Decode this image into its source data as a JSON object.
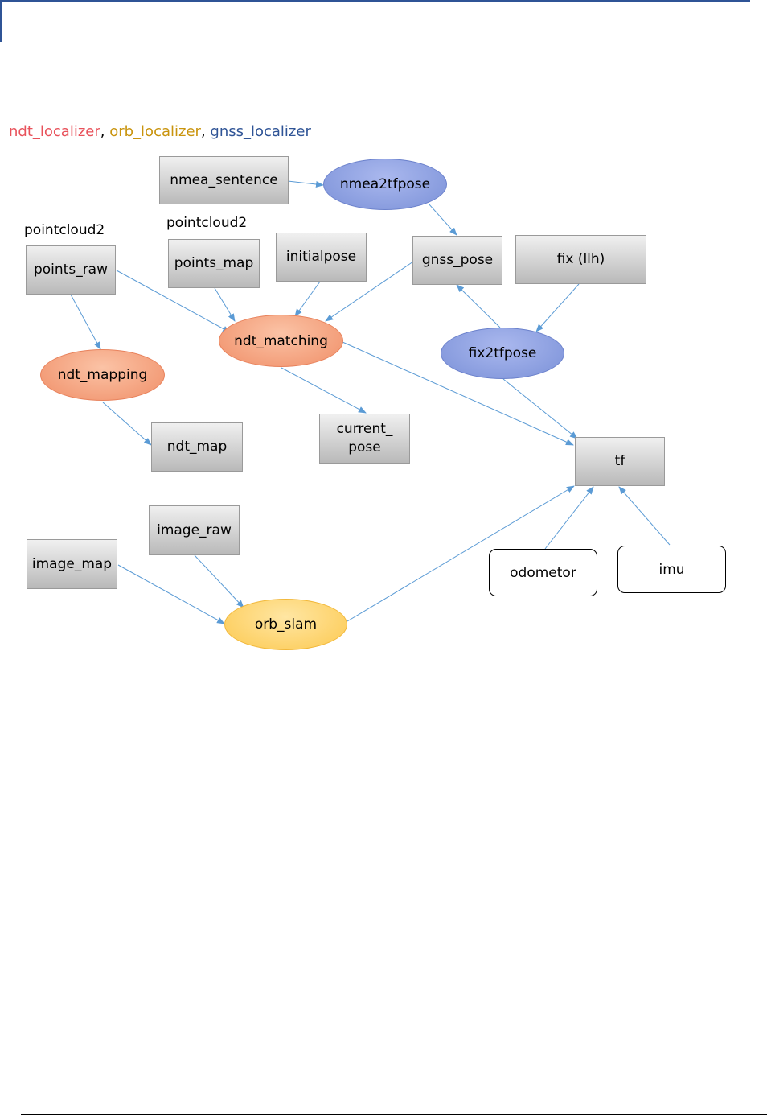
{
  "legend": {
    "ndt": "ndt_localizer",
    "sep1": ", ",
    "orb": "orb_localizer",
    "sep2": ", ",
    "gnss": "gnss_localizer"
  },
  "labels": {
    "pointcloud2_a": "pointcloud2",
    "pointcloud2_b": "pointcloud2"
  },
  "topics": {
    "nmea_sentence": "nmea_sentence",
    "points_raw": "points_raw",
    "points_map": "points_map",
    "initialpose": "initialpose",
    "gnss_pose": "gnss_pose",
    "fix_llh": "fix (llh)",
    "ndt_map": "ndt_map",
    "current_pose": "current_\npose",
    "tf": "tf",
    "image_raw": "image_raw",
    "image_map": "image_map",
    "odometor": "odometor",
    "imu": "imu"
  },
  "nodes": {
    "nmea2tfpose": "nmea2tfpose",
    "ndt_matching": "ndt_matching",
    "ndt_mapping": "ndt_mapping",
    "fix2tfpose": "fix2tfpose",
    "orb_slam": "orb_slam"
  },
  "colors": {
    "ndt": "#e8525b",
    "orb": "#c9940e",
    "gnss": "#2f5496",
    "arrow": "#5b9bd5"
  }
}
